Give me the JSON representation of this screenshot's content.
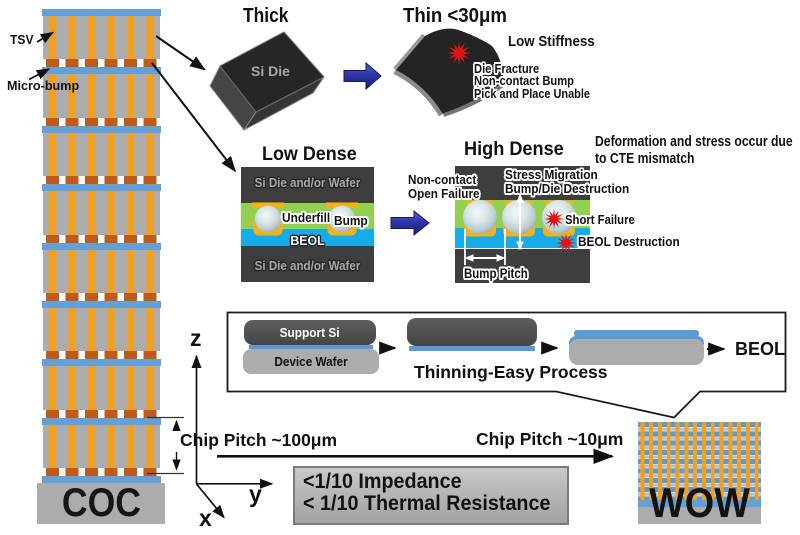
{
  "coc": {
    "label": "COC",
    "tsv_label": "TSV",
    "microbump_label": "Micro-bump",
    "layer_count": 8,
    "pitch_label": "Chip Pitch ~100μm"
  },
  "wow": {
    "label": "WOW",
    "pitch_label": "Chip Pitch ~10μm"
  },
  "thick": {
    "label": "Thick",
    "die_label": "Si Die"
  },
  "thin": {
    "label": "Thin <30μm",
    "stiffness": "Low Stiffness",
    "issues": [
      "Die Fracture",
      "Non-contact Bump",
      "Pick and Place Unable"
    ]
  },
  "low_dense": {
    "title": "Low Dense",
    "top_wafer": "Si Die and/or Wafer",
    "underfill": "Underfill",
    "bump": "Bump",
    "beol": "BEOL",
    "bottom_wafer": "Si Die and/or Wafer"
  },
  "high_dense": {
    "title": "High Dense",
    "noncontact_line1": "Non-contact",
    "noncontact_line2": "Open Failure",
    "stress_line1": "Stress Migration",
    "stress_line2": "Bump/Die Destruction",
    "short_failure": "Short Failure",
    "beol_destruction": "BEOL Destruction",
    "bump_pitch": "Bump Pitch",
    "cte_line1": "Deformation and stress occur due",
    "cte_line2": "to CTE mismatch"
  },
  "thinning": {
    "support": "Support Si",
    "device": "Device Wafer",
    "process": "Thinning-Easy Process",
    "beol": "BEOL"
  },
  "benefits": {
    "impedance": "<1/10 Impedance",
    "thermal": "< 1/10 Thermal Resistance"
  },
  "axes": {
    "x": "x",
    "y": "y",
    "z": "z"
  },
  "colors": {
    "tsv_orange": "#F6A01A",
    "microbump_brown": "#C05A18",
    "bond_blue": "#64A0D8",
    "die_gray": "#ACACAC",
    "wafer_dark": "#3E3E3E",
    "underfill_green": "#92D050",
    "beol_cyan": "#17ACE8",
    "bump_yellow": "#F2B318",
    "arrow_blue": "#2D35A8",
    "failure_red": "#E31212"
  }
}
